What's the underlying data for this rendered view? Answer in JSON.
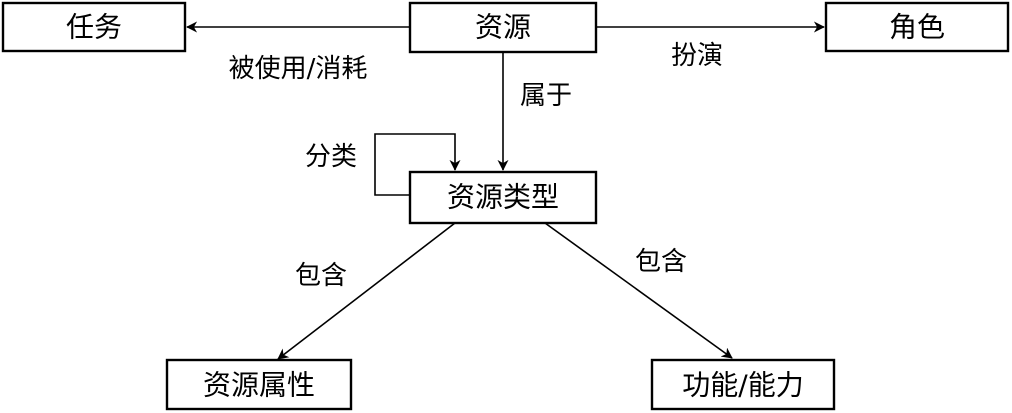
{
  "nodes": {
    "task": "任务",
    "resource": "资源",
    "role": "角色",
    "resource_type": "资源类型",
    "resource_attribute": "资源属性",
    "capability": "功能/能力"
  },
  "edges": {
    "used_consumed": "被使用/消耗",
    "plays": "扮演",
    "belongs_to": "属于",
    "classify": "分类",
    "contains_left": "包含",
    "contains_right": "包含"
  },
  "colors": {
    "stroke": "#000000",
    "background": "#ffffff"
  }
}
